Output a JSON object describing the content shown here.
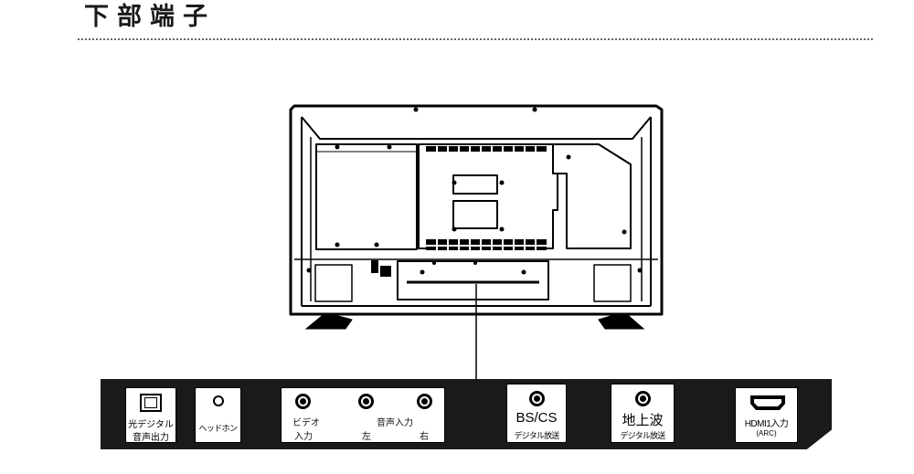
{
  "page": {
    "title": "下部端子"
  },
  "ports": {
    "optical": {
      "line1": "光デジタル",
      "line2": "音声出力"
    },
    "headphone": {
      "label": "ヘッドホン"
    },
    "av_input": {
      "video": "ビデオ",
      "audio": "音声入力",
      "input": "入力",
      "left": "左",
      "right": "右"
    },
    "bs_cs": {
      "title": "BS/CS",
      "sub": "デジタル放送"
    },
    "terrestrial": {
      "title": "地上波",
      "sub": "デジタル放送"
    },
    "hdmi": {
      "title": "HDMI1入力",
      "sub": "(ARC)"
    }
  },
  "colors": {
    "ink": "#111111",
    "panel": "#1a1a1a",
    "background": "#ffffff"
  }
}
